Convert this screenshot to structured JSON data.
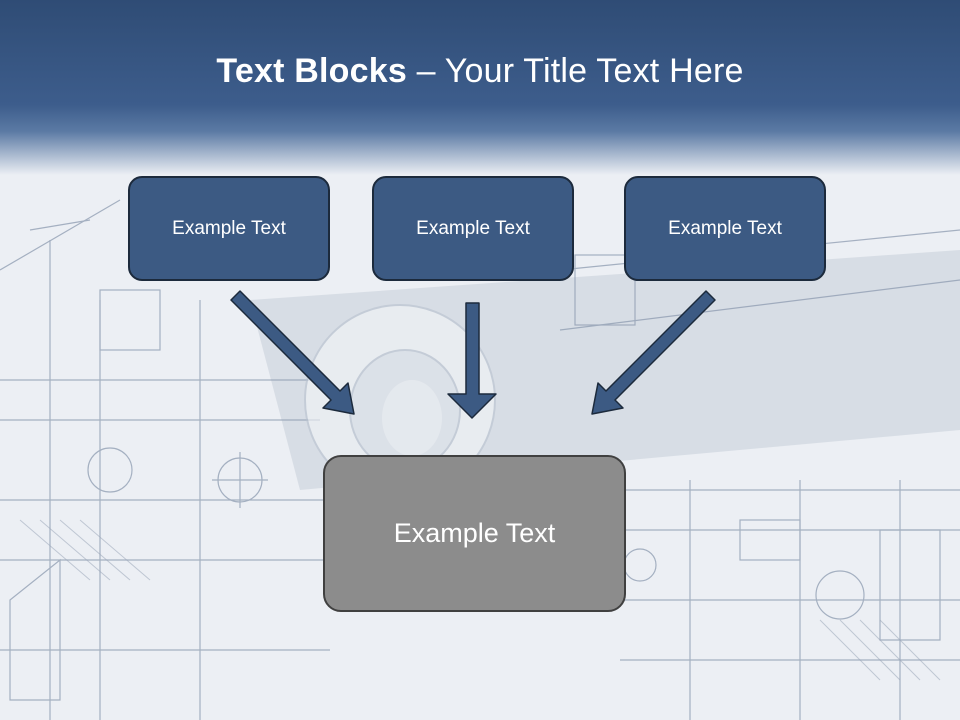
{
  "title": {
    "bold": "Text Blocks",
    "dash": " – ",
    "rest": "Your Title Text Here"
  },
  "blocks": [
    {
      "label": "Example Text"
    },
    {
      "label": "Example Text"
    },
    {
      "label": "Example Text"
    }
  ],
  "main_block": {
    "label": "Example Text"
  },
  "colors": {
    "header": "#3d5d8c",
    "block_fill": "#3c5a83",
    "main_fill": "#8c8c8c",
    "arrow": "#3c5a83"
  }
}
